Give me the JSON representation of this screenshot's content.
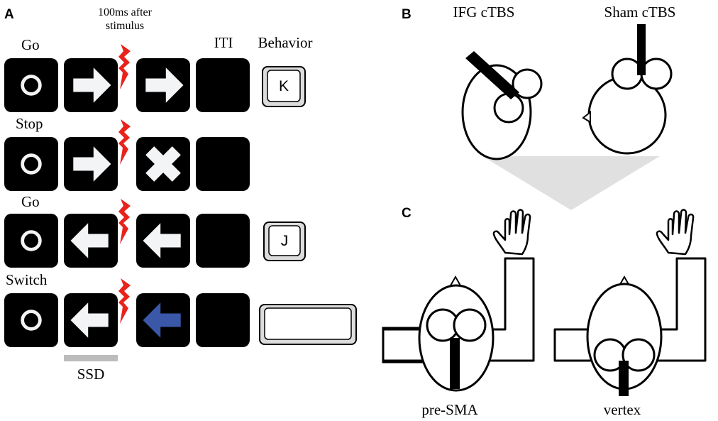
{
  "panels": {
    "a": {
      "letter": "A",
      "timing_label_line1": "100ms after",
      "timing_label_line2": "stimulus",
      "column_iti": "ITI",
      "column_behavior": "Behavior",
      "ssd_label": "SSD",
      "trials": [
        {
          "label": "Go",
          "stimulus": "right-arrow",
          "response_key": "K"
        },
        {
          "label": "Stop",
          "stimulus": "cross",
          "response_key": ""
        },
        {
          "label": "Go",
          "stimulus": "left-arrow",
          "response_key": "J"
        },
        {
          "label": "Switch",
          "stimulus": "left-arrow-blue",
          "response_key": "spacebar"
        }
      ],
      "colors": {
        "screen": "#000000",
        "stimulus": "#f2f4f6",
        "flash": "#e8231c",
        "switch_arrow": "#3a57a8",
        "ssd_bar": "#bcbcbc"
      }
    },
    "b": {
      "letter": "B",
      "conditions": [
        "IFG cTBS",
        "Sham cTBS"
      ]
    },
    "c": {
      "letter": "C",
      "sites": [
        "pre-SMA",
        "vertex"
      ]
    }
  }
}
